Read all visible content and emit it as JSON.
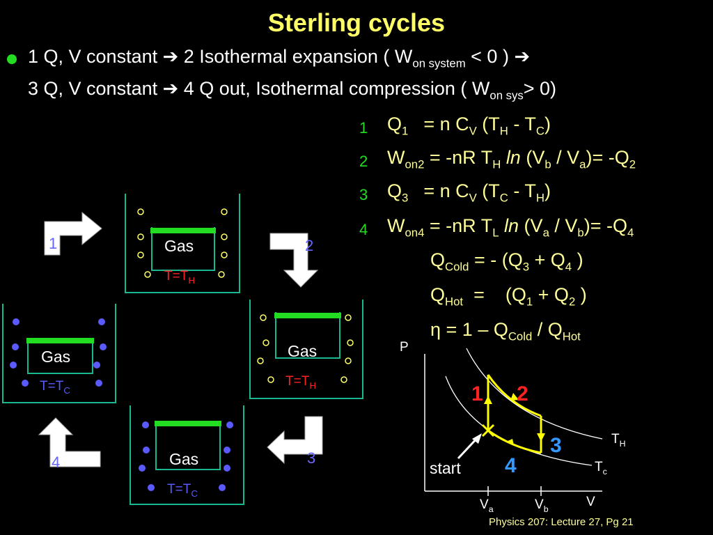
{
  "title": "Sterling cycles",
  "bullet": {
    "line1": {
      "a": "1 Q, V constant ",
      "arrow1": "➔",
      "b": " 2 Isothermal expansion ( W",
      "sub": "on system",
      "c": " < 0 ) ",
      "arrow2": "➔"
    },
    "line2": {
      "a": "3 Q, V constant ",
      "arrow": "➔",
      "b": " 4 Q out, Isothermal compression ( W",
      "sub": "on sys",
      "c": "> 0)"
    }
  },
  "equations": {
    "e1": {
      "num": "1",
      "a": "Q",
      "a_sub": "1",
      "b": "= n C",
      "b_sub": "V",
      "c": " (T",
      "c_sub": "H",
      "d": " - T",
      "d_sub": "C",
      "e": ")"
    },
    "e2": {
      "num": "2",
      "a": "W",
      "a_sub": "on2",
      "b": " = -nR T",
      "b_sub": "H",
      "ln": "ln",
      "c": " (V",
      "c_sub": "b",
      "d": " / V",
      "d_sub": "a",
      "e": ")= -Q",
      "e_sub": "2"
    },
    "e3": {
      "num": "3",
      "a": "Q",
      "a_sub": "3",
      "b": "= n C",
      "b_sub": "V",
      "c": " (T",
      "c_sub": "C",
      "d": " - T",
      "d_sub": "H",
      "e": ")"
    },
    "e4": {
      "num": "4",
      "a": "W",
      "a_sub": "on4",
      "b": " = -nR T",
      "b_sub": "L",
      "ln": "ln",
      "c": " (V",
      "c_sub": "a",
      "d": " / V",
      "d_sub": "b",
      "e": ")= -Q",
      "e_sub": "4"
    },
    "qcold": {
      "a": "Q",
      "a_sub": "Cold",
      "b": " = - (Q",
      "b_sub": "3",
      "c": " + Q",
      "c_sub": "4",
      "d": " )"
    },
    "qhot": {
      "a": "Q",
      "a_sub": "Hot",
      "b": "  =    (Q",
      "b_sub": "1",
      "c": " + Q",
      "c_sub": "2",
      "d": " )"
    },
    "eta": {
      "sym": "η",
      "a": " = 1 – Q",
      "a_sub": "Cold",
      "b": " / Q",
      "b_sub": "Hot"
    }
  },
  "states": {
    "s1": {
      "gas": "Gas",
      "temp": "T=T",
      "temp_sub": "H",
      "label": "1"
    },
    "s2": {
      "gas": "Gas",
      "temp": "T=T",
      "temp_sub": "H",
      "label": "2"
    },
    "s3": {
      "gas": "Gas",
      "temp": "T=T",
      "temp_sub": "C",
      "label": "3"
    },
    "s4": {
      "gas": "Gas",
      "temp": "T=T",
      "temp_sub": "C",
      "label": "4"
    }
  },
  "pv": {
    "p_label": "P",
    "v_label": "V",
    "va": "V",
    "va_sub": "a",
    "vb": "V",
    "vb_sub": "b",
    "th": "T",
    "th_sub": "H",
    "tc": "T",
    "tc_sub": "c",
    "start": "start",
    "n1": "1",
    "n2": "2",
    "n3": "3",
    "n4": "4"
  },
  "colors": {
    "gas_bar": "#22dd22",
    "hot": "#ff2222",
    "cold": "#5a5aff",
    "yellow": "#ffff66",
    "stage_label": "#6666ff"
  },
  "footer": "Physics 207: Lecture 27, Pg 21"
}
